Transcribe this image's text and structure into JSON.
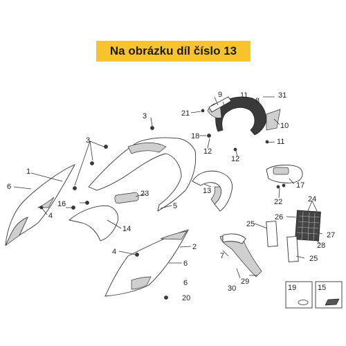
{
  "banner": {
    "text": "Na obrázku díl číslo 13",
    "color": "#f7c42c"
  },
  "callouts": [
    "1",
    "2",
    "3",
    "3",
    "4",
    "4",
    "5",
    "6",
    "6",
    "6",
    "7",
    "8",
    "9",
    "10",
    "11",
    "11",
    "12",
    "12",
    "13",
    "14",
    "15",
    "16",
    "17",
    "18",
    "19",
    "20",
    "21",
    "22",
    "23",
    "24",
    "25",
    "25",
    "26",
    "27",
    "28",
    "29",
    "30",
    "31"
  ]
}
